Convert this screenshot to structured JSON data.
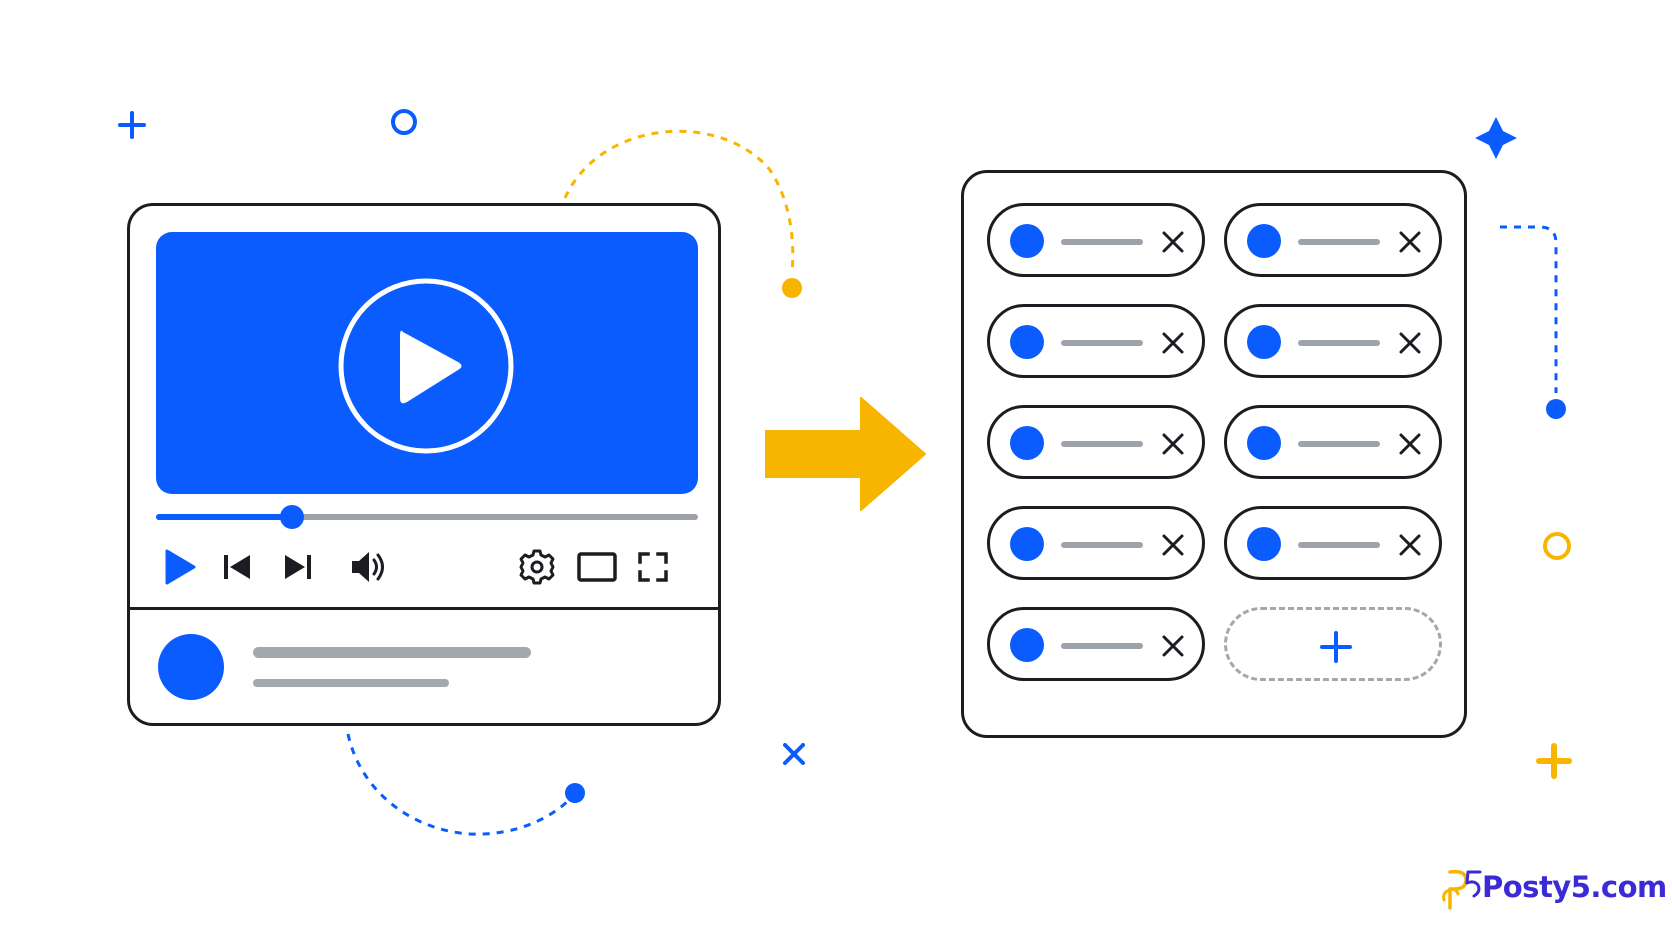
{
  "colors": {
    "accent_blue": "#0a5cff",
    "accent_yellow": "#f7b500",
    "outline": "#1c1c22",
    "placeholder_gray": "#a3a7ae",
    "logo_text": "#3b2bd6"
  },
  "player": {
    "big_play_icon": "play-circle-icon",
    "progress_fraction": 0.25,
    "controls": [
      {
        "name": "play-button",
        "icon": "play-icon"
      },
      {
        "name": "previous-button",
        "icon": "skip-previous-icon"
      },
      {
        "name": "next-button",
        "icon": "skip-next-icon"
      },
      {
        "name": "volume-button",
        "icon": "volume-icon"
      },
      {
        "name": "settings-button",
        "icon": "gear-icon"
      },
      {
        "name": "theater-mode-button",
        "icon": "theater-icon"
      },
      {
        "name": "fullscreen-button",
        "icon": "fullscreen-icon"
      }
    ]
  },
  "arrow_icon": "arrow-right-icon",
  "queue": {
    "item_count": 9,
    "item_remove_icon": "close-icon",
    "add_icon": "plus-icon"
  },
  "logo": {
    "text": "Posty5.com"
  }
}
